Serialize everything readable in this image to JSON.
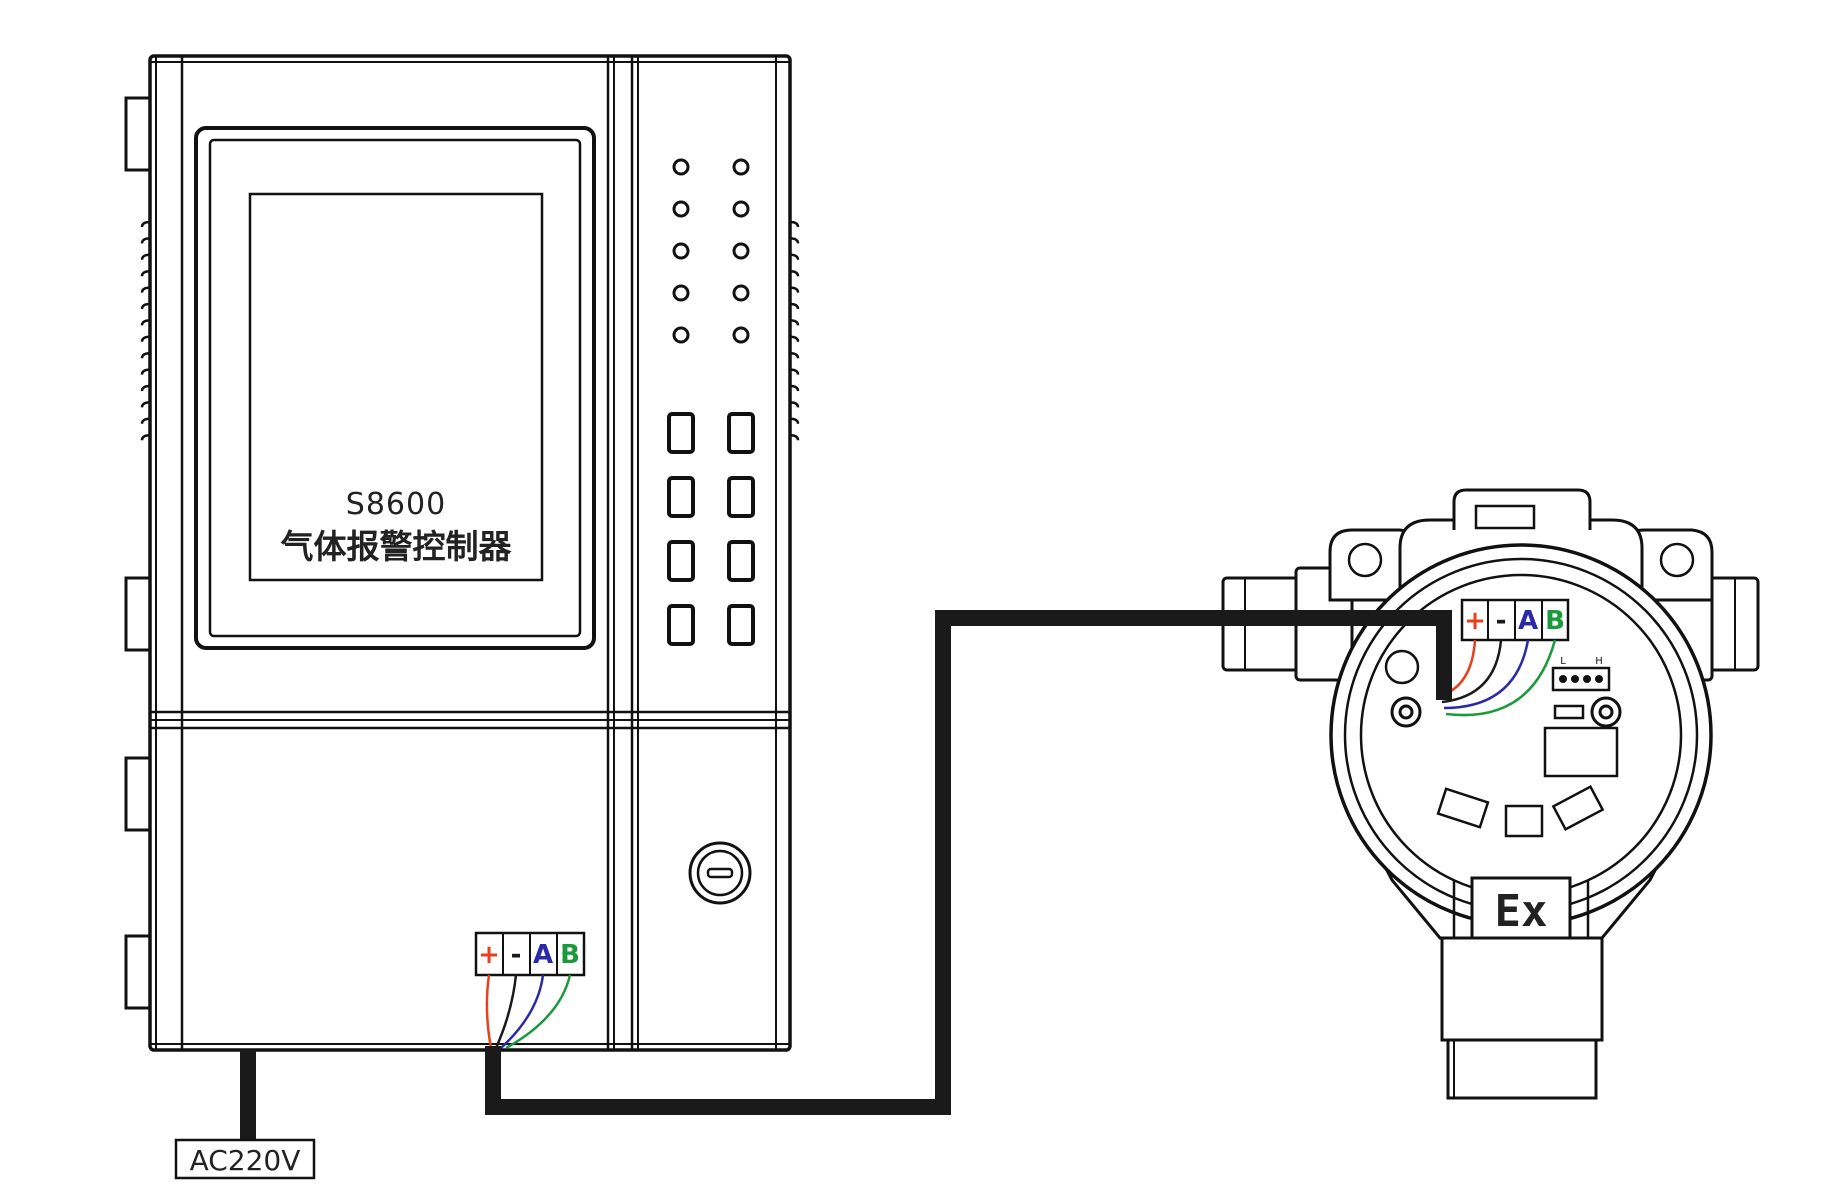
{
  "controller": {
    "model": "S8600",
    "name": "气体报警控制器"
  },
  "power_label": "AC220V",
  "terminals": {
    "plus": "+",
    "minus": "-",
    "a": "A",
    "b": "B"
  },
  "detector": {
    "ex_mark": "Ex",
    "connector_low": "L",
    "connector_high": "H"
  },
  "wire_colors": {
    "plus": "#e8401c",
    "minus": "#1a1a1a",
    "a": "#2a2aa8",
    "b": "#1a9a3a"
  }
}
